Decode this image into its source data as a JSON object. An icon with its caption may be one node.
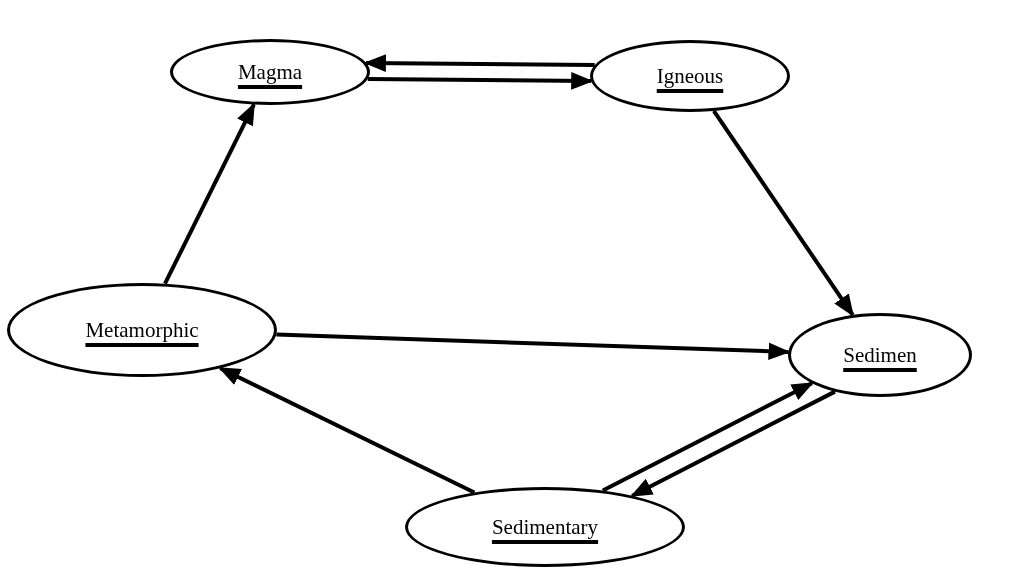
{
  "diagram": {
    "nodes": [
      {
        "text": [
          "Magma"
        ]
      },
      {
        "text": [
          "Igneous"
        ]
      },
      {
        "text": [
          "Metamorphic"
        ]
      },
      {
        "text": [
          "Sedimen"
        ]
      },
      {
        "text": [
          "Sedimentary"
        ]
      }
    ],
    "edges": [
      {
        "from": 1,
        "to": 0,
        "arrow": "to"
      },
      {
        "from": 0,
        "to": 1,
        "arrow": "to"
      },
      {
        "from": 1,
        "to": 3,
        "arrow": "to"
      },
      {
        "from": 2,
        "to": 0,
        "arrow": "to"
      },
      {
        "from": 2,
        "to": 3,
        "arrow": "to"
      },
      {
        "from": 4,
        "to": 2,
        "arrow": "to"
      },
      {
        "from": 4,
        "to": 3,
        "arrow": "to"
      },
      {
        "from": 3,
        "to": 4,
        "arrow": "to"
      }
    ]
  }
}
